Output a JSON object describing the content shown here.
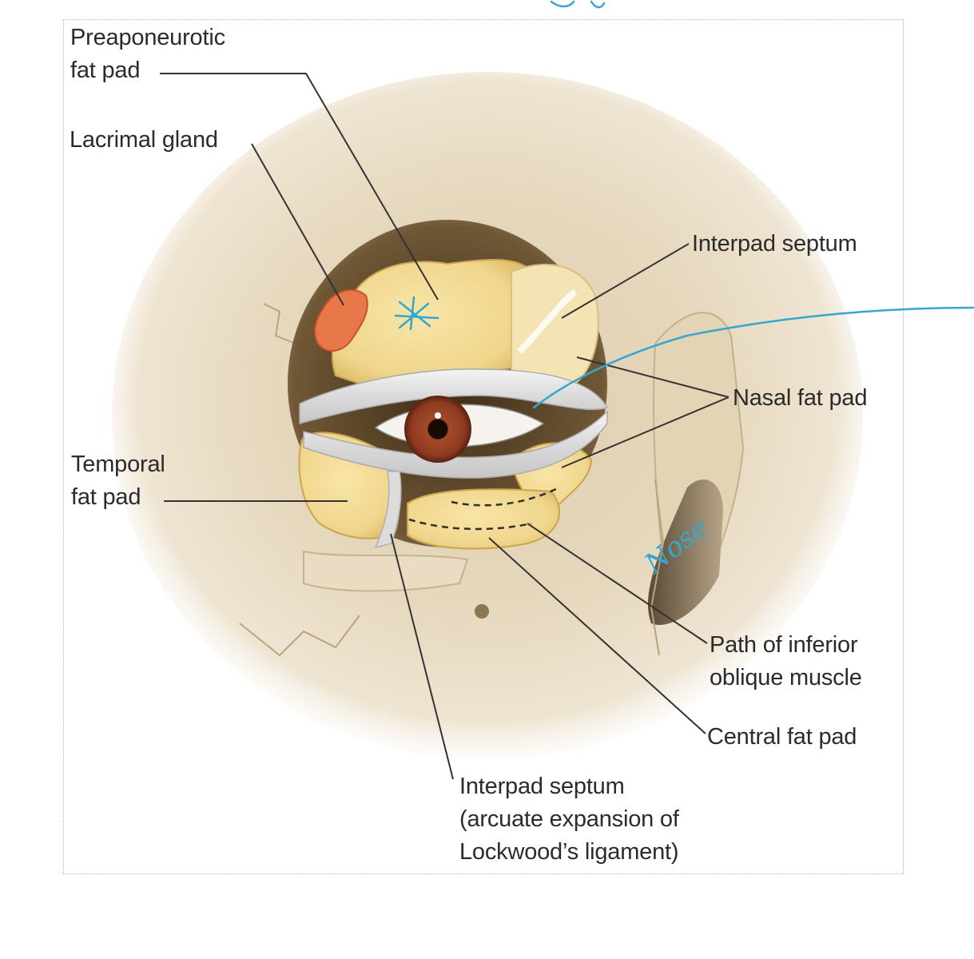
{
  "labels": {
    "preaponeurotic": {
      "line1": "Preaponeurotic",
      "line2": "fat pad"
    },
    "lacrimal": "Lacrimal gland",
    "interpad_upper": "Interpad septum",
    "nasal": "Nasal fat pad",
    "temporal": {
      "line1": "Temporal",
      "line2": "fat pad"
    },
    "inferior_oblique": {
      "line1": "Path of inferior",
      "line2": "oblique muscle"
    },
    "central": "Central fat pad",
    "interpad_lower": {
      "line1": "Interpad septum",
      "line2": "(arcuate expansion of",
      "line3": "Lockwood’s ligament)"
    }
  },
  "handwritten": {
    "nose_note": "Nose"
  },
  "colors": {
    "bone": "#e6d8bd",
    "bone_shadow": "#c9b896",
    "fat": "#f0d68c",
    "fat_shadow": "#d9b863",
    "gland": "#e8774a",
    "ligament": "#e4e4e4",
    "iris": "#8e3a22",
    "annotation_ink": "#35a6cf",
    "leader": "#333333"
  }
}
